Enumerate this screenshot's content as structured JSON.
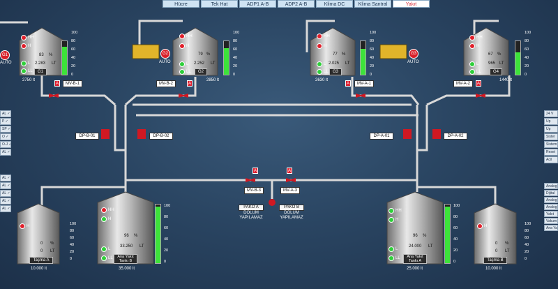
{
  "tabs": [
    "Hücre",
    "Tek Hat",
    "ADP1 A-B",
    "ADP2 A-B",
    "Klima DC",
    "Klima Santral",
    "Yakıt"
  ],
  "day_tanks": [
    {
      "id": "G1",
      "pct": "83",
      "pct_unit": "%",
      "liters": "2.283",
      "unit": "LT",
      "capacity": "2750 lt",
      "valve": "MV-B-1"
    },
    {
      "id": "G2",
      "pct": "79",
      "pct_unit": "%",
      "liters": "2.252",
      "unit": "LT",
      "capacity": "2850 lt",
      "valve": "MV-B-2"
    },
    {
      "id": "G3",
      "pct": "77",
      "pct_unit": "%",
      "liters": "2.025",
      "unit": "LT",
      "capacity": "2630 lt",
      "valve": "MV-A-1"
    },
    {
      "id": "G4",
      "pct": "67",
      "pct_unit": "%",
      "liters": "965",
      "unit": "LT",
      "capacity": "1440 lt",
      "valve": "MV-A-2"
    }
  ],
  "generators": [
    {
      "label": "G1",
      "mode": "AUTO"
    },
    {
      "label": "G2",
      "mode": "AUTO"
    },
    {
      "label": "G3",
      "mode": "AUTO"
    }
  ],
  "indicators": {
    "hh": "HH",
    "h": "H",
    "l": "L",
    "ll": "LL"
  },
  "scale": [
    "100",
    "80",
    "60",
    "40",
    "20",
    "0"
  ],
  "pumps": {
    "dp_b_01": "DP-B-01",
    "dp_b_02": "DP-B-02",
    "dp_a_01": "DP-A-01",
    "dp_a_02": "DP-A-02"
  },
  "valves_center": {
    "mv_b_3": "MV-B-3",
    "mv_a_3": "MV-A-3"
  },
  "alarm_letter": "A",
  "pako_a": {
    "title": "PAKO A",
    "line1": "DOLUM",
    "line2": "YAPILAMAZ"
  },
  "pako_b": {
    "title": "PAKO B",
    "line1": "DOLUM",
    "line2": "YAPILAMAZ"
  },
  "main_tanks": [
    {
      "name": "Ana Yakıt Tankı B",
      "pct": "96",
      "pct_unit": "%",
      "liters": "33.250",
      "unit": "LT",
      "capacity": "35.000 lt",
      "fill": 96
    },
    {
      "name": "Ana Yakıt Tankı A",
      "pct": "96",
      "pct_unit": "%",
      "liters": "24.000",
      "unit": "LT",
      "capacity": "25.000 lt",
      "fill": 96
    }
  ],
  "overflow_tanks": [
    {
      "name": "Taşma A",
      "pct": "0",
      "pct_unit": "%",
      "liters": "0",
      "unit": "LT",
      "capacity": "10.000 lt"
    },
    {
      "name": "Taşma B",
      "pct": "0",
      "pct_unit": "%",
      "liters": "0",
      "unit": "LT",
      "capacity": "10.000 lt"
    }
  ],
  "left_panel_1": [
    "AL ✓",
    "P ✓",
    "SP ✓",
    "O ✓",
    "O-J ✓",
    "AL ✓"
  ],
  "left_panel_2": [
    "AL ✓",
    "AL ✓",
    "AL ✓",
    "AL ✓",
    "AL ✓"
  ],
  "right_panel_1": [
    "24 V",
    "Up",
    "Up",
    "Sister",
    "Sistem",
    "Reset",
    "Acil"
  ],
  "right_panel_2": [
    "Analog",
    "Dijital",
    "Analog",
    "Analog",
    "Yakıt",
    "Vakum",
    "Ana Yak"
  ],
  "levels": {
    "g1": 83,
    "g2": 79,
    "g3": 77,
    "g4": 67
  }
}
